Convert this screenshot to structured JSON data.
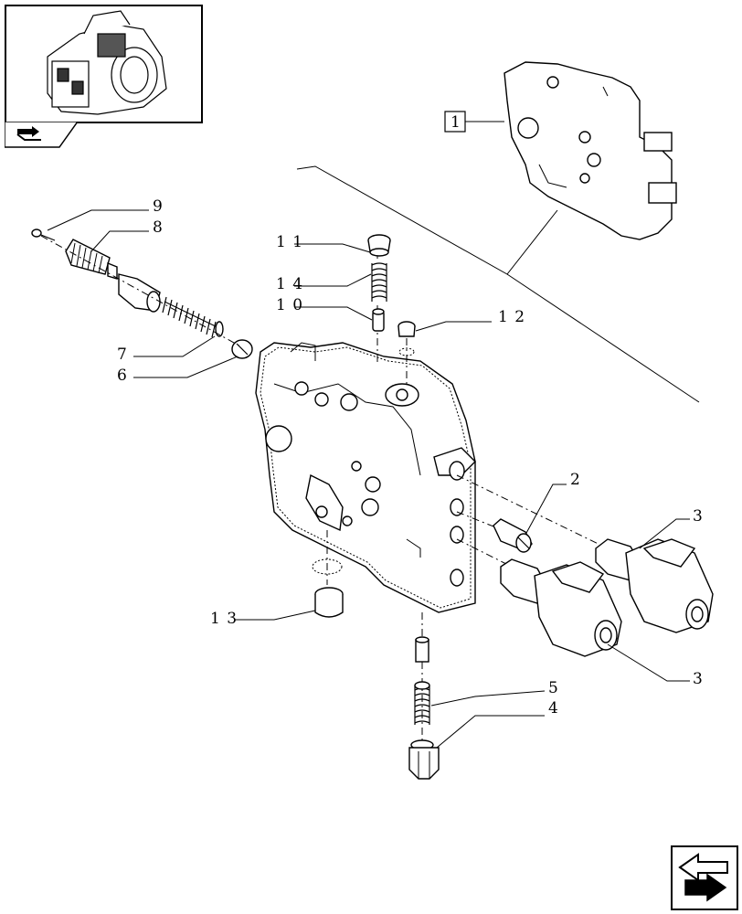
{
  "callouts": {
    "ref_1": "1",
    "ref_2": "2",
    "ref_3a": "3",
    "ref_3b": "3",
    "ref_4": "4",
    "ref_5": "5",
    "ref_6": "6",
    "ref_7": "7",
    "ref_8": "8",
    "ref_9": "9",
    "ref_10": "1 0",
    "ref_11": "1 1",
    "ref_12": "1 2",
    "ref_13": "1 3",
    "ref_14": "1 4"
  },
  "icons": {
    "thumbnail": "transmission-housing-thumbnail",
    "tab": "book-arrow-icon",
    "nav": "next-page-arrow-icon"
  }
}
